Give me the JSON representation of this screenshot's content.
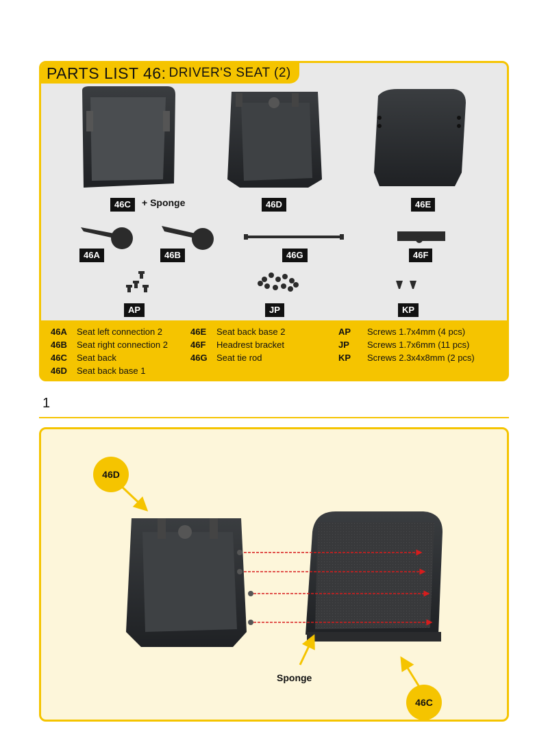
{
  "parts_list": {
    "title_main": "PARTS LIST 46:",
    "title_sub": "DRIVER'S SEAT (2)",
    "tags": {
      "c": "46C",
      "d": "46D",
      "e": "46E",
      "a": "46A",
      "b": "46B",
      "g": "46G",
      "f": "46F",
      "ap": "AP",
      "jp": "JP",
      "kp": "KP"
    },
    "sponge_note": "+ Sponge",
    "legend": [
      {
        "code": "46A",
        "desc": "Seat left connection 2"
      },
      {
        "code": "46B",
        "desc": "Seat right connection 2"
      },
      {
        "code": "46C",
        "desc": "Seat back"
      },
      {
        "code": "46D",
        "desc": "Seat back base 1"
      },
      {
        "code": "46E",
        "desc": "Seat back base 2"
      },
      {
        "code": "46F",
        "desc": "Headrest bracket"
      },
      {
        "code": "46G",
        "desc": "Seat tie rod"
      },
      {
        "code": "AP",
        "desc": "Screws 1.7x4mm (4 pcs)"
      },
      {
        "code": "JP",
        "desc": "Screws 1.7x6mm (11 pcs)"
      },
      {
        "code": "KP",
        "desc": "Screws 2.3x4x8mm (2 pcs)"
      }
    ]
  },
  "step": {
    "number": "1",
    "callout_d": "46D",
    "callout_c": "46C",
    "sponge_label": "Sponge"
  },
  "colors": {
    "accent": "#f5c400",
    "panel_gray": "#e9e9e9",
    "step_bg": "#fdf6da",
    "arrow_red": "#d81c1c",
    "part_black": "#2b2b2b"
  }
}
